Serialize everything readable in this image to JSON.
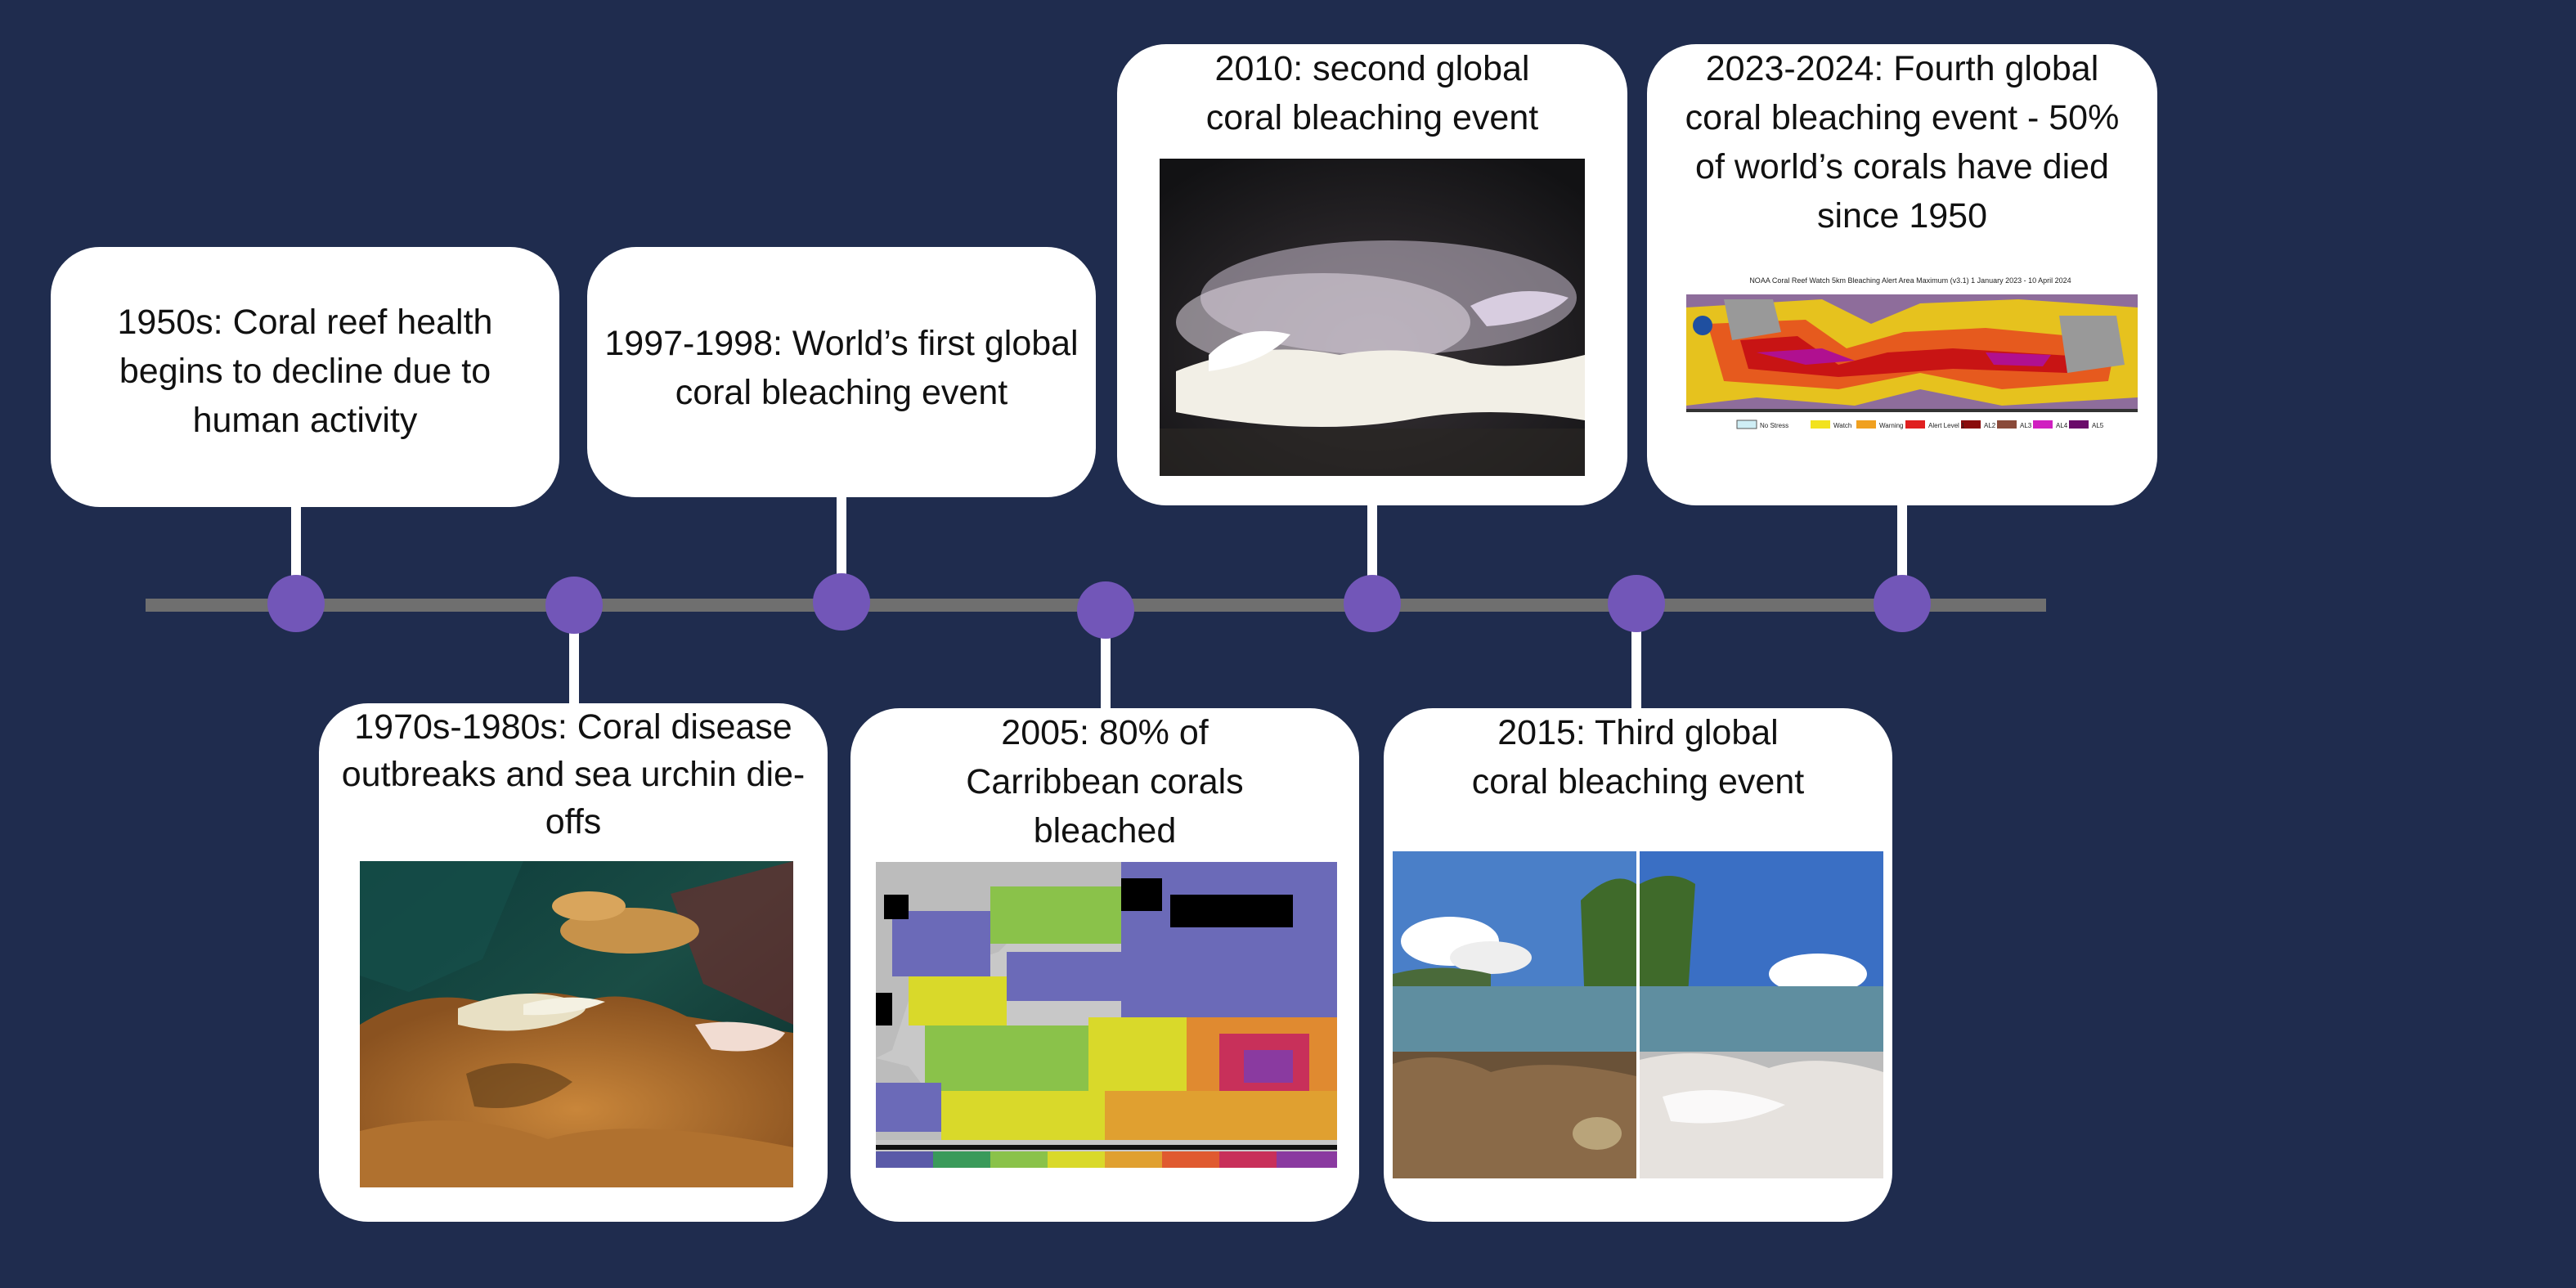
{
  "colors": {
    "background": "#1f2c4e",
    "axis": "#6f6f6f",
    "marker": "#7256b8",
    "card": "#ffffff"
  },
  "events": [
    {
      "id": "e1950s",
      "caption": "1950s: Coral reef health begins to decline due to human activity"
    },
    {
      "id": "e1970s",
      "caption": "1970s-1980s: Coral disease outbreaks and sea urchin die-offs",
      "image": "Photo of diseased coral colonies"
    },
    {
      "id": "e1997",
      "caption": "1997-1998: World’s first global coral bleaching event"
    },
    {
      "id": "e2005",
      "caption": "2005: 80% of Carribbean corals bleached",
      "image": "Map of the Caribbean showing heat stress"
    },
    {
      "id": "e2010",
      "caption": "2010: second global coral bleaching event",
      "image": "Photo of bleached white coral"
    },
    {
      "id": "e2015",
      "caption": "2015: Third global coral bleaching event",
      "image": "Split photo: healthy coral vs bleached coral"
    },
    {
      "id": "e2023",
      "caption": "2023-2024: Fourth global coral bleaching event - 50% of world’s corals have died since 1950",
      "image": "Global bleaching alert area map",
      "map_title": "NOAA Coral Reef Watch 5km Bleaching Alert Area Maximum  (v3.1)   1 January 2023 - 10 April 2024",
      "legend": [
        "No Stress",
        "Watch",
        "Warning",
        "Alert Level 1",
        "AL2",
        "AL3",
        "AL4",
        "AL5"
      ]
    }
  ]
}
